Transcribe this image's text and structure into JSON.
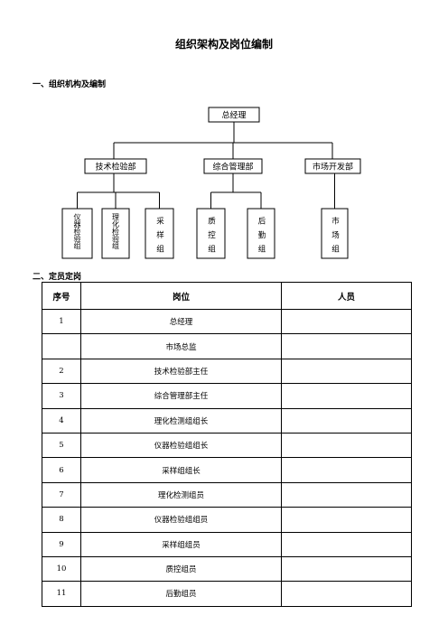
{
  "title": "组织架构及岗位编制",
  "section1": "一、组织机构及编制",
  "section2": "二、定员定岗",
  "org": {
    "root": "总经理",
    "departments": [
      {
        "name": "技术检验部",
        "groups": [
          "仪器检验组",
          "理化检验组",
          "采样组"
        ]
      },
      {
        "name": "综合管理部",
        "groups": [
          "质控组",
          "后勤组"
        ]
      },
      {
        "name": "市场开发部",
        "groups": [
          "市场组"
        ]
      }
    ]
  },
  "table": {
    "headers": [
      "序号",
      "岗位",
      "人员"
    ],
    "rows": [
      {
        "no": "1",
        "post": "总经理",
        "staff": ""
      },
      {
        "no": "",
        "post": "市场总监",
        "staff": ""
      },
      {
        "no": "2",
        "post": "技术检验部主任",
        "staff": ""
      },
      {
        "no": "3",
        "post": "综合管理部主任",
        "staff": ""
      },
      {
        "no": "4",
        "post": "理化检测组组长",
        "staff": ""
      },
      {
        "no": "5",
        "post": "仪器检验组组长",
        "staff": ""
      },
      {
        "no": "6",
        "post": "采样组组长",
        "staff": ""
      },
      {
        "no": "7",
        "post": "理化检测组员",
        "staff": ""
      },
      {
        "no": "8",
        "post": "仪器检验组组员",
        "staff": ""
      },
      {
        "no": "9",
        "post": "采样组组员",
        "staff": ""
      },
      {
        "no": "10",
        "post": "质控组员",
        "staff": ""
      },
      {
        "no": "11",
        "post": "后勤组员",
        "staff": ""
      }
    ]
  }
}
